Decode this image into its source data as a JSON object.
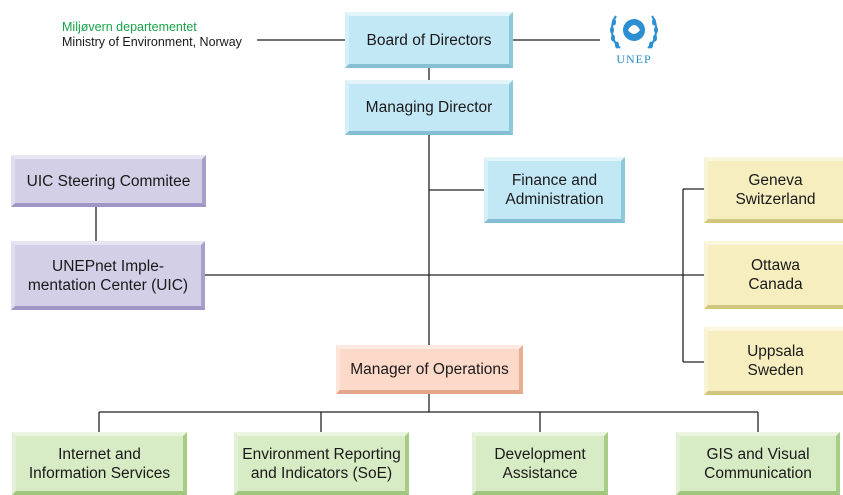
{
  "logos": {
    "ministry_line1": "Miljøvern departementet",
    "ministry_line2": "Ministry of Environment, Norway",
    "unep": "UNEP",
    "unep_color": "#2b8fd1"
  },
  "boxes": {
    "board": "Board of Directors",
    "managing_director": "Managing Director",
    "finance": "Finance and\nAdministration",
    "uic_steering": "UIC Steering Commitee",
    "uic": "UNEPnet Imple-\nmentation Center (UIC)",
    "geneva": "Geneva\nSwitzerland",
    "ottawa": "Ottawa\nCanada",
    "uppsala": "Uppsala\nSweden",
    "operations": "Manager of Operations",
    "internet": "Internet and\nInformation Services",
    "soe": "Environment Reporting\nand Indicators (SoE)",
    "development": "Development\nAssistance",
    "gis": "GIS and Visual\nCommunication"
  },
  "colors": {
    "blue": "#c3e8f5",
    "purple": "#d3cfe6",
    "yellow": "#f6eebf",
    "salmon": "#fcd9c9",
    "green": "#d7ebc4"
  }
}
